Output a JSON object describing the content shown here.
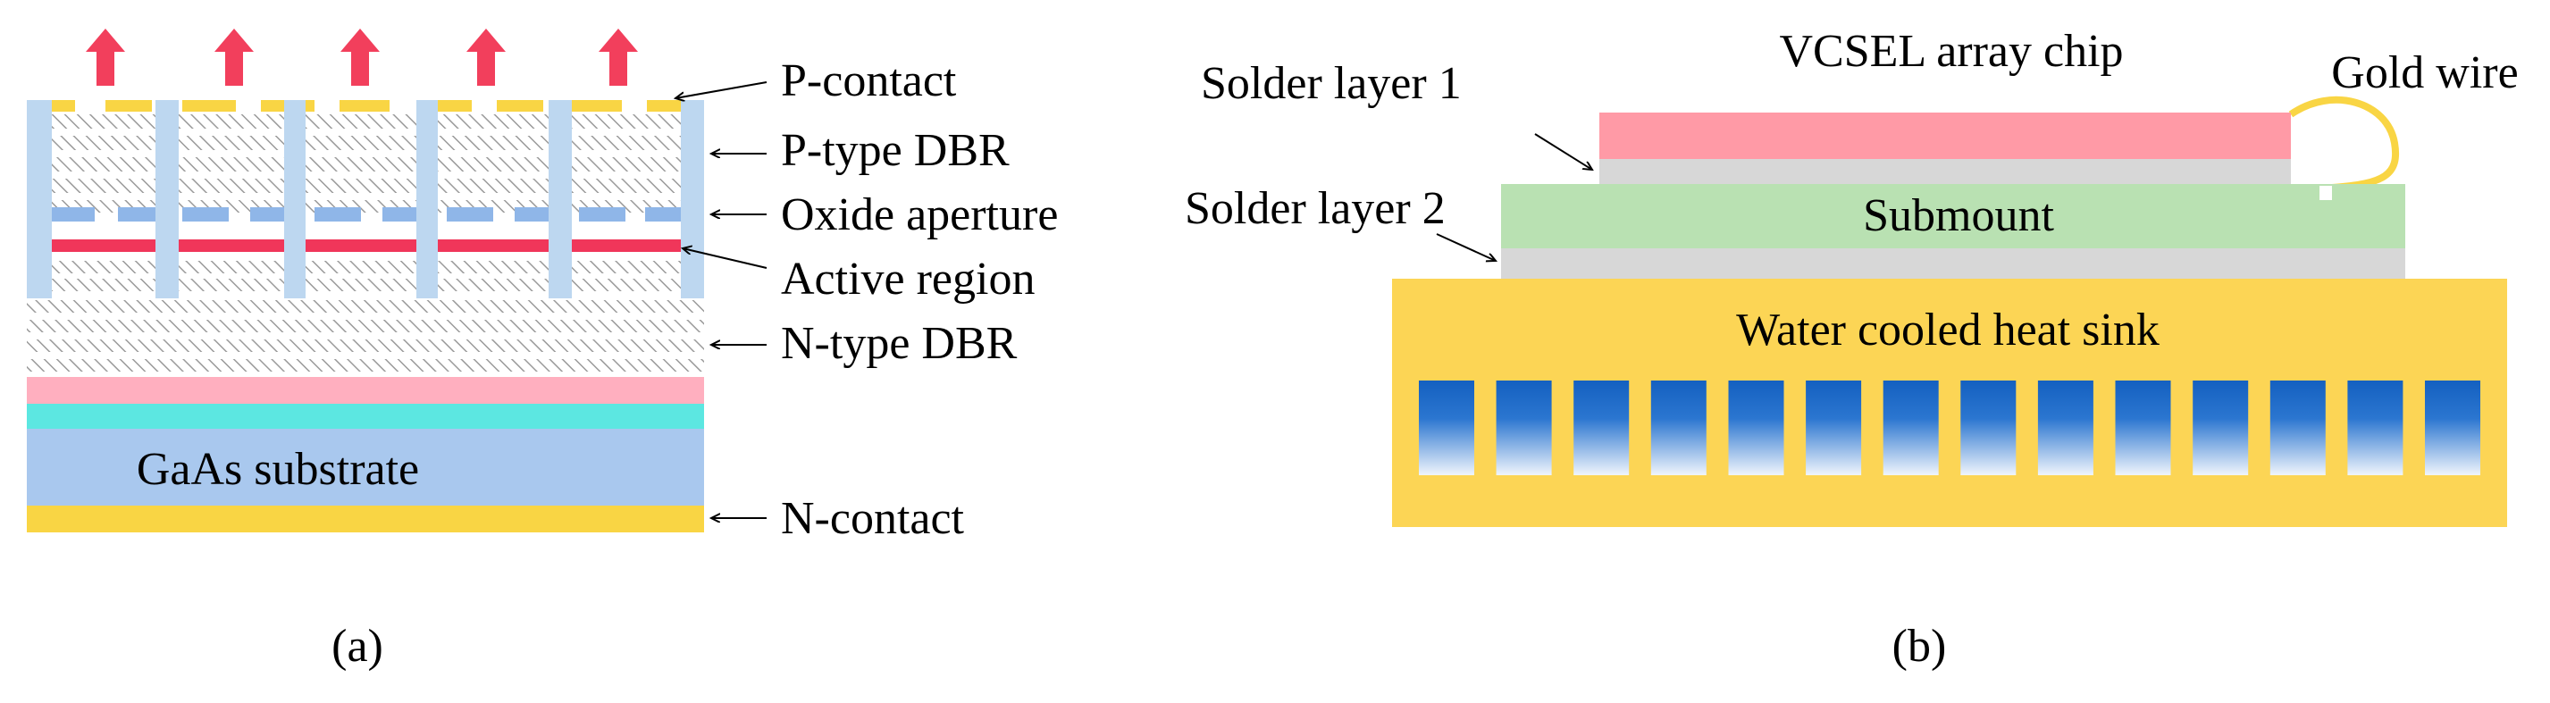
{
  "panel_a": {
    "caption": "(a)",
    "labels": {
      "p_contact": "P-contact",
      "p_dbr": "P-type DBR",
      "oxide": "Oxide aperture",
      "active": "Active region",
      "n_dbr": "N-type DBR",
      "n_contact": "N-contact",
      "substrate": "GaAs substrate"
    }
  },
  "panel_b": {
    "caption": "(b)",
    "labels": {
      "chip": "VCSEL array chip",
      "gold_wire": "Gold wire",
      "solder1": "Solder layer 1",
      "solder2": "Solder layer 2",
      "submount": "Submount",
      "heat_sink": "Water cooled heat sink"
    },
    "cooling_channel_count": 14
  },
  "colors": {
    "gold": "#F9D544",
    "arrow_red": "#F23F5C",
    "active_red": "#F0365A",
    "pillar_blue": "#BDD7F0",
    "oxide_blue": "#8FB6E8",
    "pink": "#FFAFBF",
    "cyan": "#5CE7E1",
    "substrate_blue": "#A9C8EE",
    "chip_pink": "#FF9AA6",
    "solder_gray": "#D7D7D7",
    "submount_green": "#B9E1B2",
    "heatsink_yellow": "#FCD555",
    "channel_blue": "#1562C3"
  }
}
